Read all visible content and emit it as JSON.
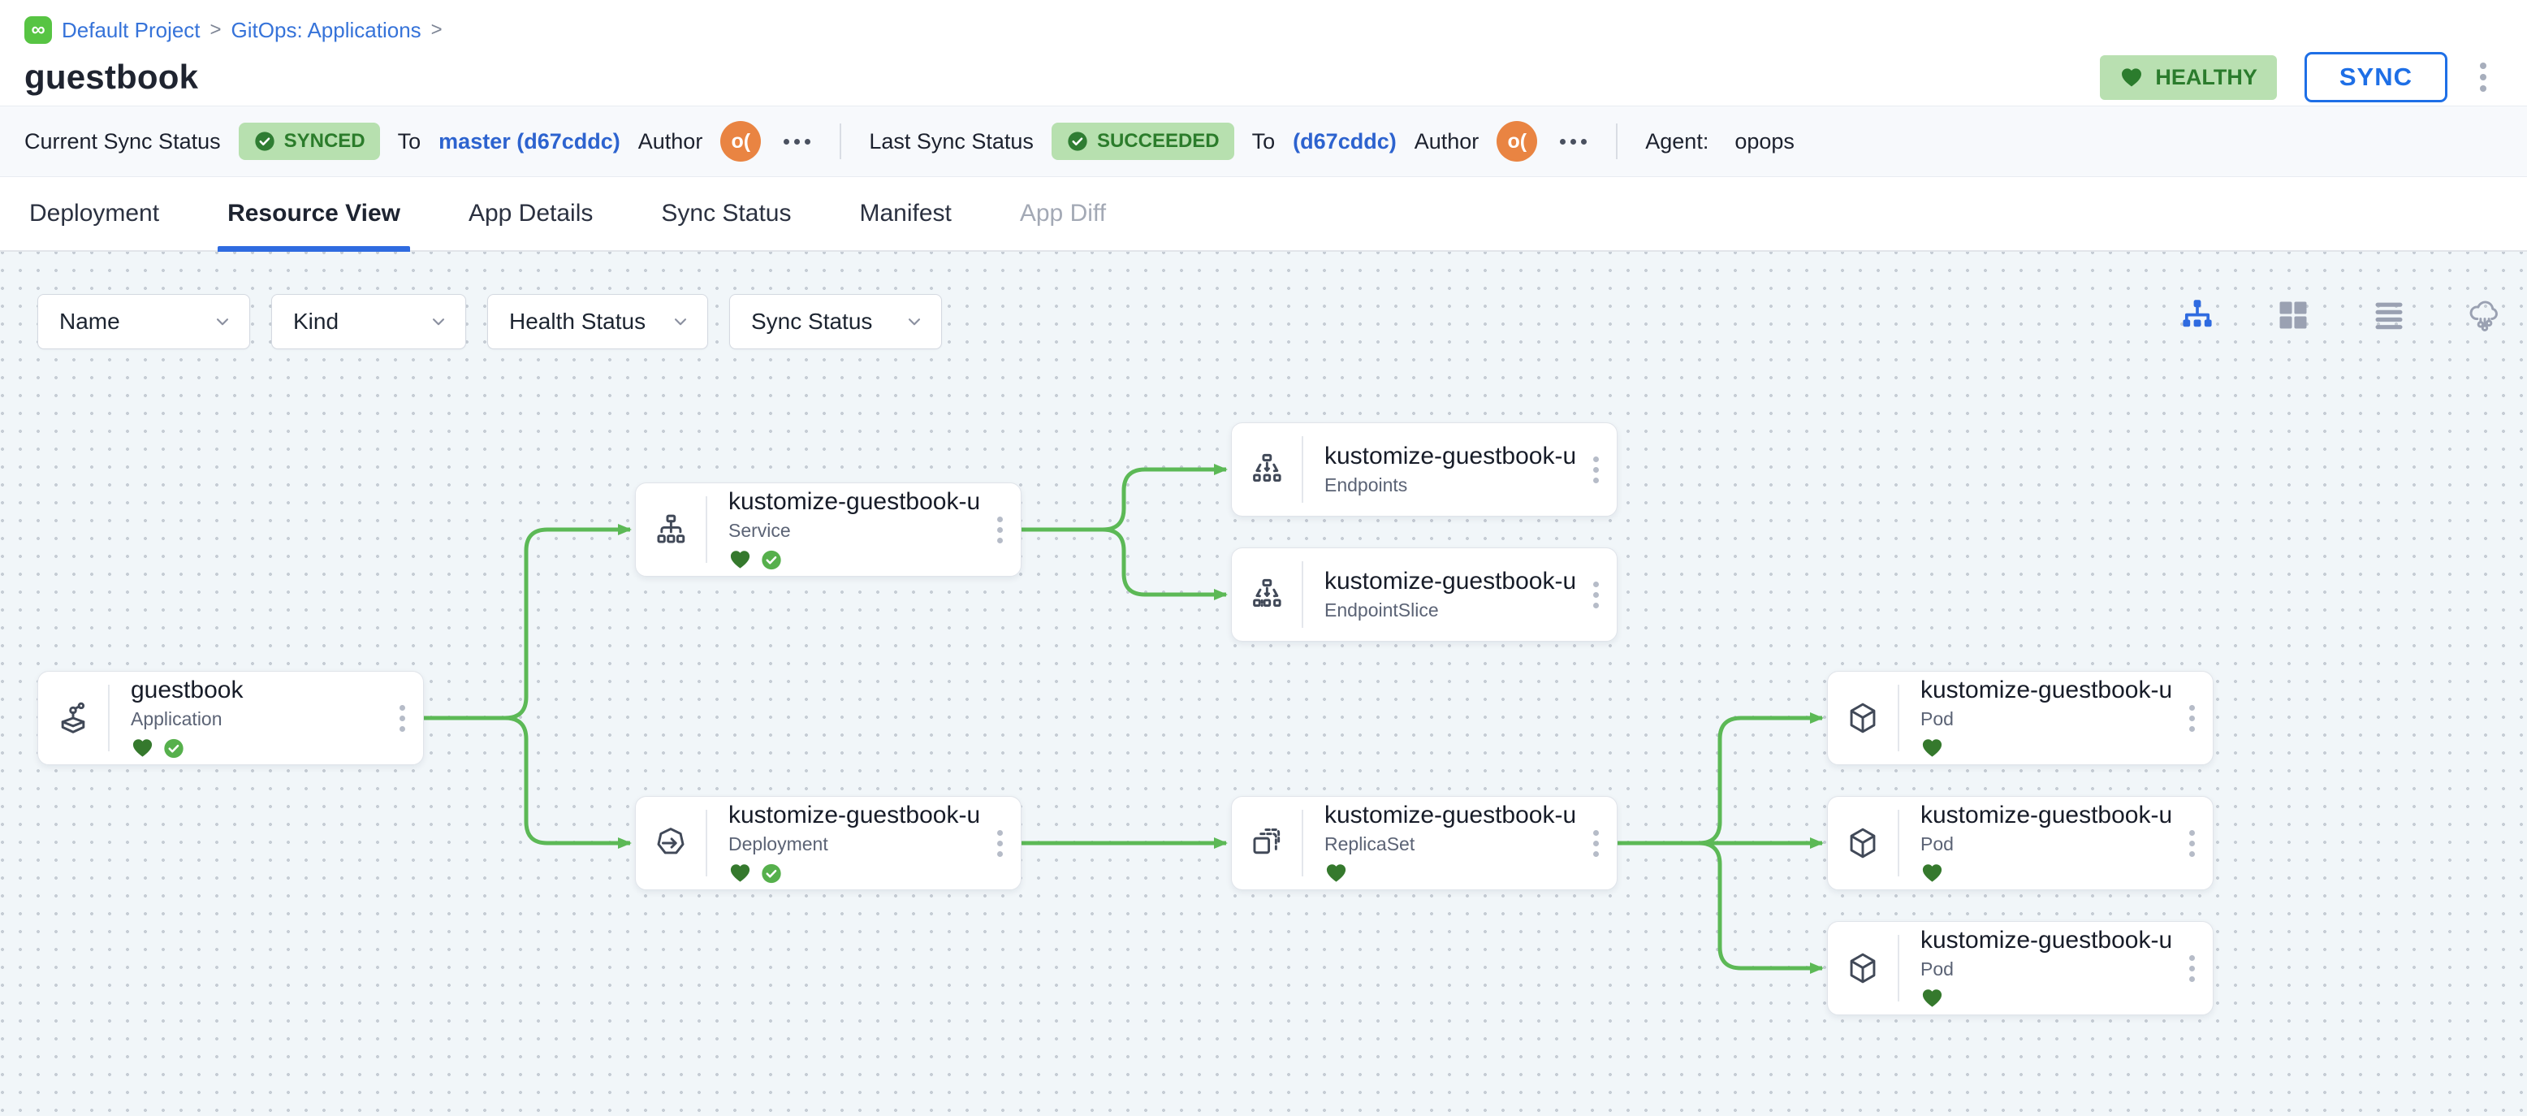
{
  "header": {
    "breadcrumb": {
      "items": [
        "Default Project",
        "GitOps: Applications"
      ],
      "separator": ">"
    },
    "title": "guestbook",
    "health_badge_label": "HEALTHY",
    "sync_button_label": "SYNC"
  },
  "status_bar": {
    "sections": [
      {
        "label": "Current Sync Status",
        "badge": "SYNCED",
        "to_label": "To",
        "to_value": "master (d67cddc)",
        "author_label": "Author",
        "avatar_text": "o("
      },
      {
        "label": "Last Sync Status",
        "badge": "SUCCEEDED",
        "to_label": "To",
        "to_value": "(d67cddc)",
        "author_label": "Author",
        "avatar_text": "o("
      }
    ],
    "agent_label": "Agent:",
    "agent_value": "opops"
  },
  "tabs": [
    {
      "label": "Deployment",
      "state": "normal"
    },
    {
      "label": "Resource View",
      "state": "active"
    },
    {
      "label": "App Details",
      "state": "normal"
    },
    {
      "label": "Sync Status",
      "state": "normal"
    },
    {
      "label": "Manifest",
      "state": "normal"
    },
    {
      "label": "App Diff",
      "state": "disabled"
    }
  ],
  "filters": [
    "Name",
    "Kind",
    "Health Status",
    "Sync Status"
  ],
  "view_toggles": [
    {
      "icon": "tree-view-icon",
      "active": true
    },
    {
      "icon": "grid-view-icon",
      "active": false
    },
    {
      "icon": "list-view-icon",
      "active": false
    },
    {
      "icon": "cloud-view-icon",
      "active": false
    }
  ],
  "graph": {
    "nodes": [
      {
        "id": "app",
        "title": "guestbook",
        "kind": "Application",
        "icon": "application-icon",
        "healthy": true,
        "synced": true
      },
      {
        "id": "svc",
        "title": "kustomize-guestbook-ui",
        "kind": "Service",
        "icon": "service-icon",
        "healthy": true,
        "synced": true
      },
      {
        "id": "ep",
        "title": "kustomize-guestbook-ui",
        "kind": "Endpoints",
        "icon": "endpoints-icon",
        "healthy": false,
        "synced": false
      },
      {
        "id": "eps",
        "title": "kustomize-guestbook-ui-...",
        "kind": "EndpointSlice",
        "icon": "endpointslice-icon",
        "healthy": false,
        "synced": false
      },
      {
        "id": "dep",
        "title": "kustomize-guestbook-ui",
        "kind": "Deployment",
        "icon": "deployment-icon",
        "healthy": true,
        "synced": true
      },
      {
        "id": "rs",
        "title": "kustomize-guestbook-ui-...",
        "kind": "ReplicaSet",
        "icon": "replicaset-icon",
        "healthy": true,
        "synced": false
      },
      {
        "id": "pod1",
        "title": "kustomize-guestbook-ui-...",
        "kind": "Pod",
        "icon": "pod-icon",
        "healthy": true,
        "synced": false
      },
      {
        "id": "pod2",
        "title": "kustomize-guestbook-ui-...",
        "kind": "Pod",
        "icon": "pod-icon",
        "healthy": true,
        "synced": false
      },
      {
        "id": "pod3",
        "title": "kustomize-guestbook-ui-...",
        "kind": "Pod",
        "icon": "pod-icon",
        "healthy": true,
        "synced": false
      }
    ],
    "edges": [
      [
        "app",
        "svc"
      ],
      [
        "app",
        "dep"
      ],
      [
        "svc",
        "ep"
      ],
      [
        "svc",
        "eps"
      ],
      [
        "dep",
        "rs"
      ],
      [
        "rs",
        "pod1"
      ],
      [
        "rs",
        "pod2"
      ],
      [
        "rs",
        "pod3"
      ]
    ]
  },
  "colors": {
    "link_blue": "#3673d9",
    "accent_blue": "#1e6fe6",
    "tab_underline": "#2f6be0",
    "badge_green_bg": "#b7e0af",
    "badge_green_text": "#2b7c2b",
    "heart_green": "#35792d",
    "check_green": "#56b04c",
    "edge_green": "#5cb956",
    "avatar_orange": "#e98442",
    "canvas_bg": "#f1f6f9",
    "canvas_dot": "#c6cdd5"
  }
}
